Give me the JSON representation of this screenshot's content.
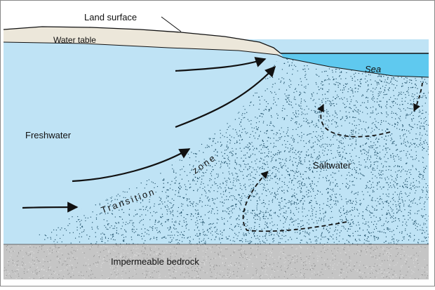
{
  "labels": {
    "land_surface": "Land surface",
    "water_table": "Water table",
    "sea": "Sea",
    "freshwater": "Freshwater",
    "saltwater": "Saltwater",
    "transition_word": "Transition",
    "zone_word": "zone",
    "bedrock": "Impermeable bedrock"
  },
  "colors": {
    "freshwater": "#bfe3f5",
    "sea": "#5fc9ef",
    "land": "#ece7da",
    "bedrock": "#c5c5c5",
    "dots": "#1d4d66",
    "arrow": "#111111"
  },
  "icons": {
    "flow_arrow": "solid-arrow",
    "circulation_arrow": "dashed-arrow"
  }
}
